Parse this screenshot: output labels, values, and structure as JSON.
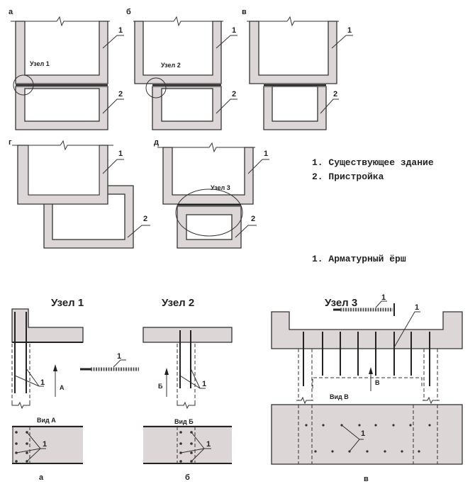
{
  "schemes": [
    {
      "letter": "а",
      "node_label": "Узел 1",
      "label_1": "1",
      "label_2": "2"
    },
    {
      "letter": "б",
      "node_label": "Узел 2",
      "label_1": "1",
      "label_2": "2"
    },
    {
      "letter": "в",
      "label_1": "1",
      "label_2": "2"
    },
    {
      "letter": "г",
      "label_1": "1",
      "label_2": "2"
    },
    {
      "letter": "д",
      "node_label": "Узел 3",
      "label_1": "1",
      "label_2": "2"
    }
  ],
  "legend": {
    "item1": "1. Существующее здание",
    "item2": "2. Пристройка",
    "item3": "1. Арматурный ёрш"
  },
  "details": {
    "node1": {
      "title": "Узел 1",
      "view_arrow": "А",
      "view_label": "Вид А",
      "caption": "а",
      "callout": "1",
      "panel_callout": "1"
    },
    "node2": {
      "title": "Узел 2",
      "view_arrow": "Б",
      "view_label": "Вид Б",
      "caption": "б",
      "callout": "1",
      "panel_callout": "1"
    },
    "node3": {
      "title": "Узел 3",
      "view_arrow": "В",
      "view_label": "Вид В",
      "caption": "в",
      "callout": "1",
      "rod_callout": "1",
      "panel_callout": "1"
    },
    "rod_callout": "1"
  }
}
